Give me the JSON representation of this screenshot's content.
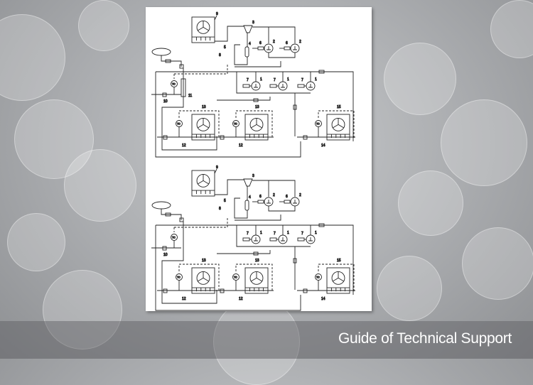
{
  "caption": "Guide of Technical Support",
  "diagrams": [
    {
      "name": "schematic-top",
      "labels": {
        "fan_unit": "9",
        "hopper": "3",
        "vessel": "4",
        "valve": "5",
        "pipe": "8",
        "filters": [
          "6",
          "6"
        ],
        "pumps_upper": [
          "2",
          "2"
        ],
        "pumps_lower": [
          "1",
          "1",
          "1"
        ],
        "flow_meters": [
          "7",
          "7",
          "7"
        ],
        "manifold": "11",
        "inlet_valve": "10",
        "exchangers": [
          "13",
          "13",
          "15"
        ],
        "exchanger_valves": [
          "12",
          "12",
          "14"
        ],
        "tc": "TC"
      }
    },
    {
      "name": "schematic-bottom",
      "labels": {
        "fan_unit": "9",
        "hopper": "3",
        "vessel": "4",
        "valve": "5",
        "pipe": "8",
        "filters": [
          "6",
          "6"
        ],
        "pumps_upper": [
          "2",
          "2"
        ],
        "pumps_lower": [
          "1",
          "1",
          "1"
        ],
        "flow_meters": [
          "7",
          "7",
          "7"
        ],
        "manifold": "",
        "inlet_valve": "10",
        "exchangers": [
          "13",
          "13",
          "15"
        ],
        "exchanger_valves": [
          "12",
          "12",
          "14"
        ],
        "tc": "TC"
      }
    }
  ]
}
